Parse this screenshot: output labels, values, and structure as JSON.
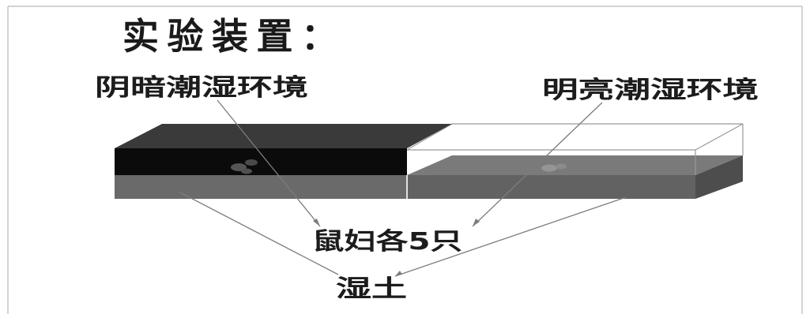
{
  "title": "实验装置：",
  "labels": {
    "dark_environment": "阴暗潮湿环境",
    "bright_environment": "明亮潮湿环境",
    "woodlice": "鼠妇各5只",
    "soil": "湿土"
  },
  "colors": {
    "dark_cover_top": "#3a3a3a",
    "dark_cover_front": "#0b0b0b",
    "soil_front": "#666666",
    "soil_top": "#7a7a7a",
    "leader_lines": "#7c7c7c"
  }
}
